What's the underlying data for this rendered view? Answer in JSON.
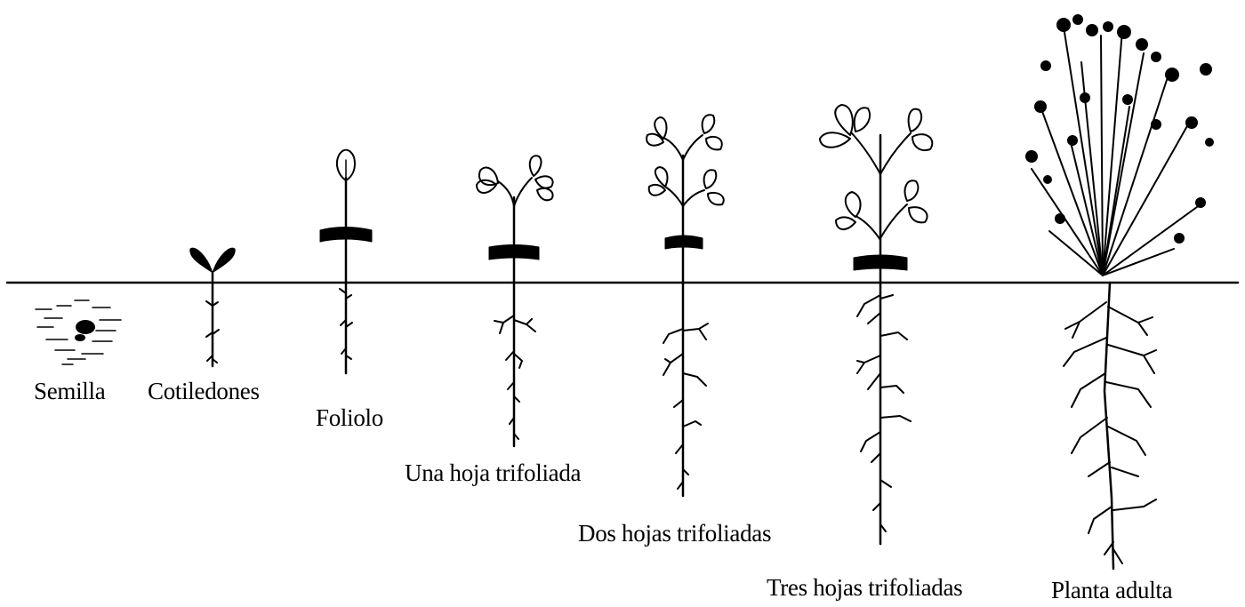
{
  "stages": [
    {
      "id": "semilla",
      "label": "Semilla"
    },
    {
      "id": "cotiledones",
      "label": "Cotiledones"
    },
    {
      "id": "foliolo",
      "label": "Foliolo"
    },
    {
      "id": "una",
      "label": "Una hoja trifoliada"
    },
    {
      "id": "dos",
      "label": "Dos hojas trifoliadas"
    },
    {
      "id": "tres",
      "label": "Tres hojas trifoliadas"
    },
    {
      "id": "adulta",
      "label": "Planta adulta"
    }
  ],
  "colors": {
    "ink": "#000000",
    "background": "#ffffff"
  }
}
